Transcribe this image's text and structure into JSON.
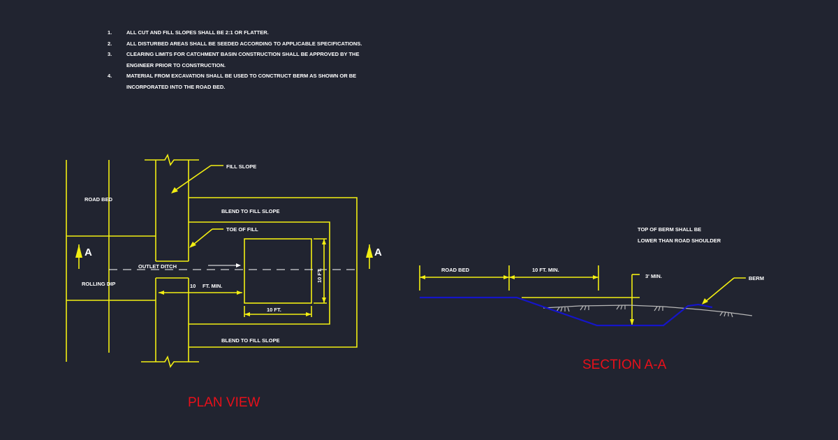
{
  "notes": [
    {
      "num": "1.",
      "lines": [
        "ALL CUT AND FILL SLOPES SHALL BE 2:1 OR FLATTER."
      ]
    },
    {
      "num": "2.",
      "lines": [
        "ALL DISTURBED AREAS SHALL BE SEEDED ACCORDING TO APPLICABLE SPECIFICATIONS."
      ]
    },
    {
      "num": "3.",
      "lines": [
        "CLEARING LIMITS FOR CATCHMENT BASIN CONSTRUCTION SHALL BE APPROVED BY THE",
        "ENGINEER PRIOR TO CONSTRUCTION."
      ]
    },
    {
      "num": "4.",
      "lines": [
        "MATERIAL FROM EXCAVATION SHALL BE USED TO CONCTRUCT BERM AS SHOWN OR BE",
        "INCORPORATED INTO THE ROAD BED."
      ]
    }
  ],
  "plan": {
    "title": "PLAN VIEW",
    "fill_slope": "FILL SLOPE",
    "road_bed": "ROAD BED",
    "blend_top": "BLEND TO FILL SLOPE",
    "toe_of_fill": "TOE OF FILL",
    "section_mark": "A",
    "outlet_ditch": "OUTLET DITCH",
    "rolling_dip": "ROLLING DIP",
    "dim_min_num": "10",
    "dim_min_text": "FT. MIN.",
    "dim_width": "10 FT.",
    "dim_height": "10 FT.",
    "blend_bottom": "BLEND TO FILL SLOPE"
  },
  "section": {
    "title": "SECTION A-A",
    "note_line1": "TOP OF BERM SHALL BE",
    "note_line2": "LOWER THAN ROAD SHOULDER",
    "road_bed": "ROAD BED",
    "dim_min": "10 FT. MIN.",
    "depth": "3' MIN.",
    "berm": "BERM"
  },
  "colors": {
    "background": "#212430",
    "linework": "#f2ee12",
    "ground_line": "#1515c8",
    "titles": "#e8101a",
    "text": "#ffffff"
  }
}
